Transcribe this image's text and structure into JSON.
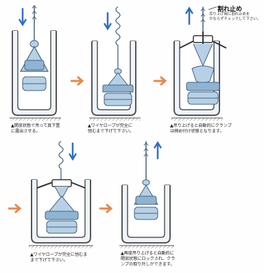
{
  "colors": {
    "down_arrow": "#2e6fc4",
    "up_arrow": "#2e6fc4",
    "flow_arrow": "#e8894a",
    "hopper_fill": "#eef4fa",
    "hopper_stroke": "#555555",
    "product_fill": "#b6d0e6",
    "product_stroke": "#46627c",
    "clamp_fill": "#ffffff"
  },
  "icons": {
    "down": "blue-down-arrow-icon",
    "up": "blue-up-arrow-icon",
    "flow": "orange-right-arrow-icon",
    "rope": "wire-rope-icon",
    "ground": "hatched-ground-icon"
  },
  "annotation": {
    "title": "割れ止め",
    "body": "吊り上げ時に割れ止めを\nかならずチェックして下さい。"
  },
  "steps": [
    {
      "caption": "▲開放状態で吊って真下置\nに露出させる。"
    },
    {
      "caption": "▲ワイヤロープが完全に\n弛むまで下げて下さい。"
    },
    {
      "caption": "▲吊り上げると自動的にクランプ\nは締め付け状態となります。"
    },
    {
      "caption": "▲ワイヤロープが完全に弛むま\nまで下げて下さい。"
    },
    {
      "caption": "▲再度吊り上げると自動的に\n開放状態にロックされ、クラ\nンプの取り外しができます。"
    }
  ]
}
